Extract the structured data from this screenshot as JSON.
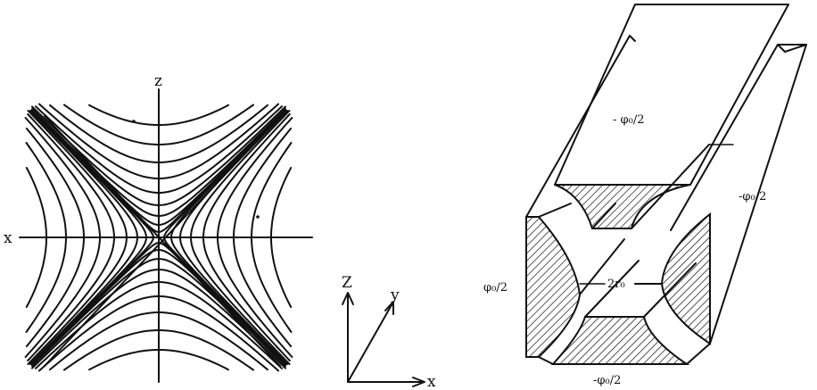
{
  "contour_plot": {
    "axis_z_label": "z",
    "axis_x_label": "x"
  },
  "coordinate_axes": {
    "z_label": "Z",
    "y_label": "y",
    "x_label": "x"
  },
  "electrode_assembly": {
    "top_electrode_label": "- φ₀/2",
    "right_electrode_label": "-φ₀/2",
    "left_electrode_label": "φ₀/2",
    "bottom_electrode_label": "-φ₀/2",
    "gap_label": "2r₀"
  },
  "colors": {
    "ink": "#111111",
    "background": "#ffffff"
  }
}
